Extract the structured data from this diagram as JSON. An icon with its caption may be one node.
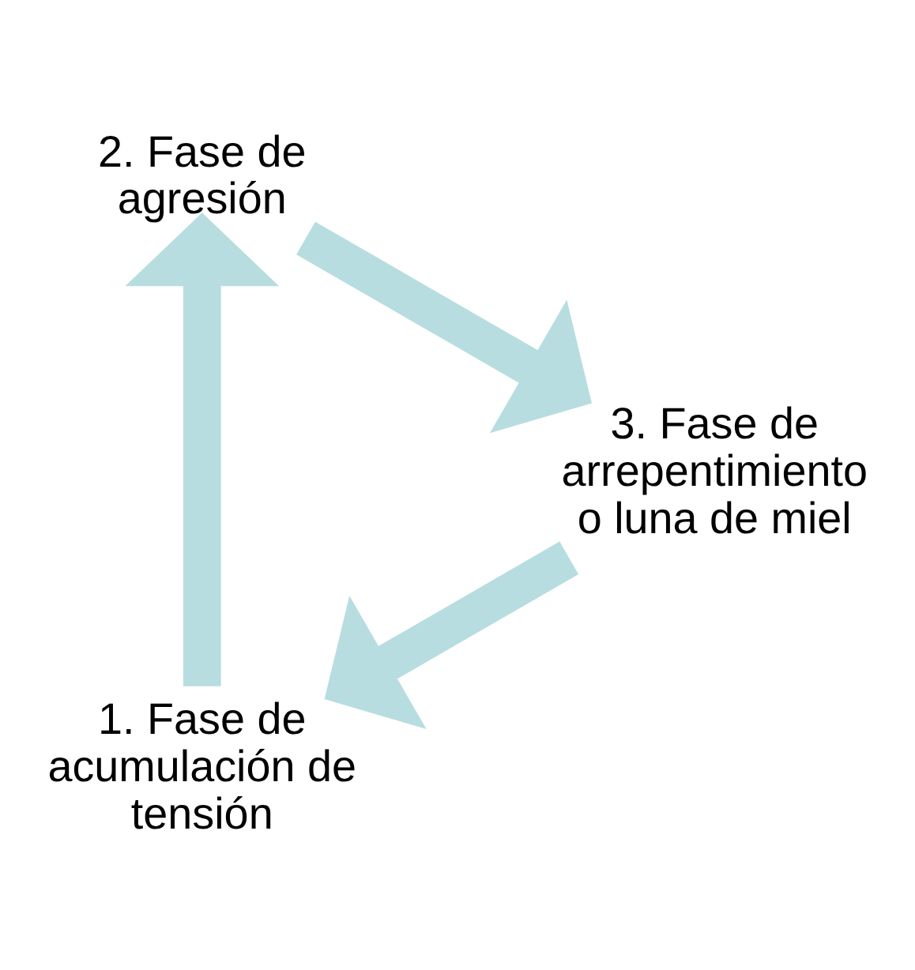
{
  "diagram": {
    "nodes": [
      {
        "text": [
          "1. Fase de acumulación de tensión"
        ]
      },
      {
        "text": [
          "2. Fase de agresión"
        ]
      },
      {
        "text": [
          "3. Fase de arrepentimiento o luna de miel"
        ]
      }
    ],
    "edges": [
      {
        "from": 0,
        "to": 1,
        "arrow": "to"
      },
      {
        "from": 1,
        "to": 2,
        "arrow": "to"
      },
      {
        "from": 2,
        "to": 0,
        "arrow": "to"
      }
    ]
  }
}
